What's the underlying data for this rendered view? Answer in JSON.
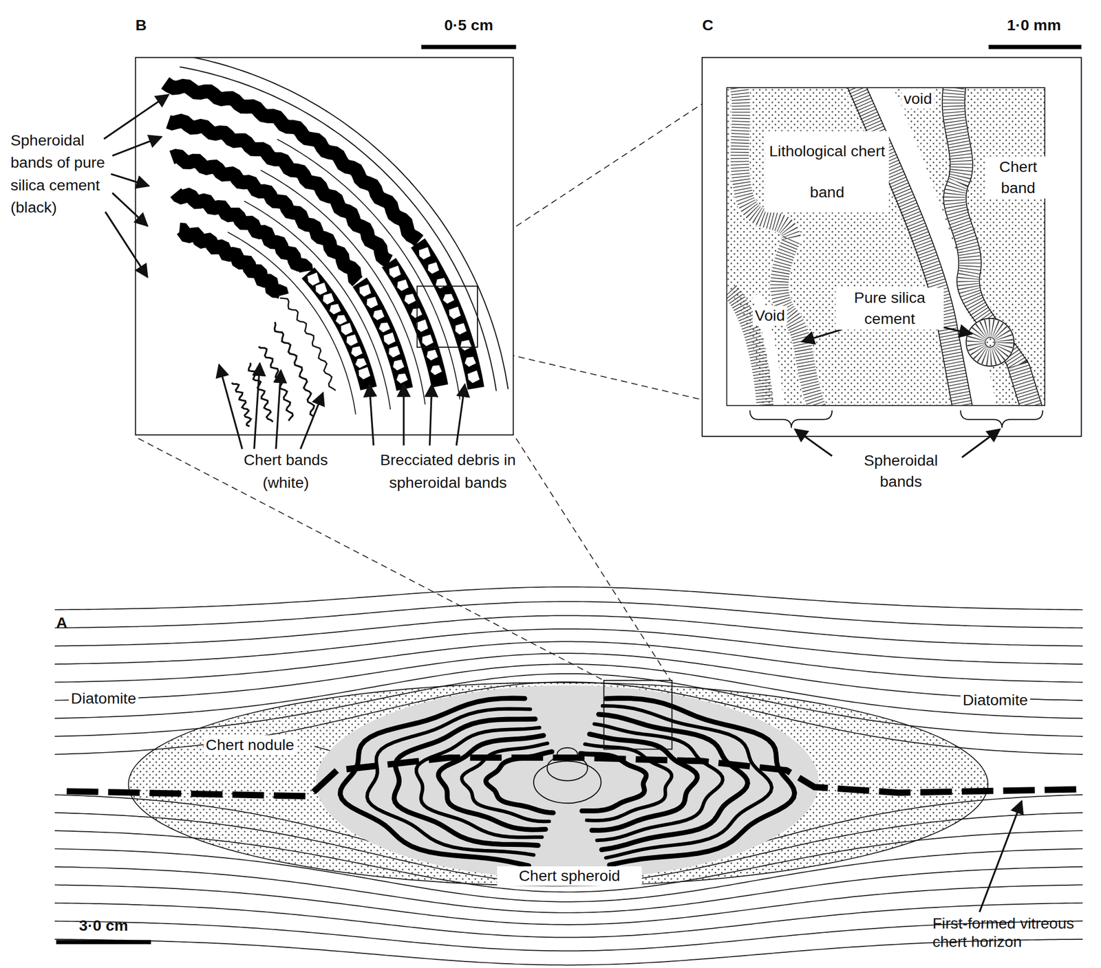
{
  "diagram": {
    "labels": [
      "B",
      "0·5 cm",
      "C",
      "1·0 mm",
      "Spheroidal bands of pure silica cement (black)",
      "Chert bands (white)",
      "Brecciated debris in spheroidal bands",
      "void",
      "Lithological chert band",
      "Chert band",
      "Void",
      "Pure silica cement",
      "Spheroidal bands",
      "A",
      "Diatomite",
      "Diatomite",
      "Chert nodule",
      "Chert spheroid",
      "3·0 cm",
      "First-formed vitreous chert horizon"
    ]
  }
}
